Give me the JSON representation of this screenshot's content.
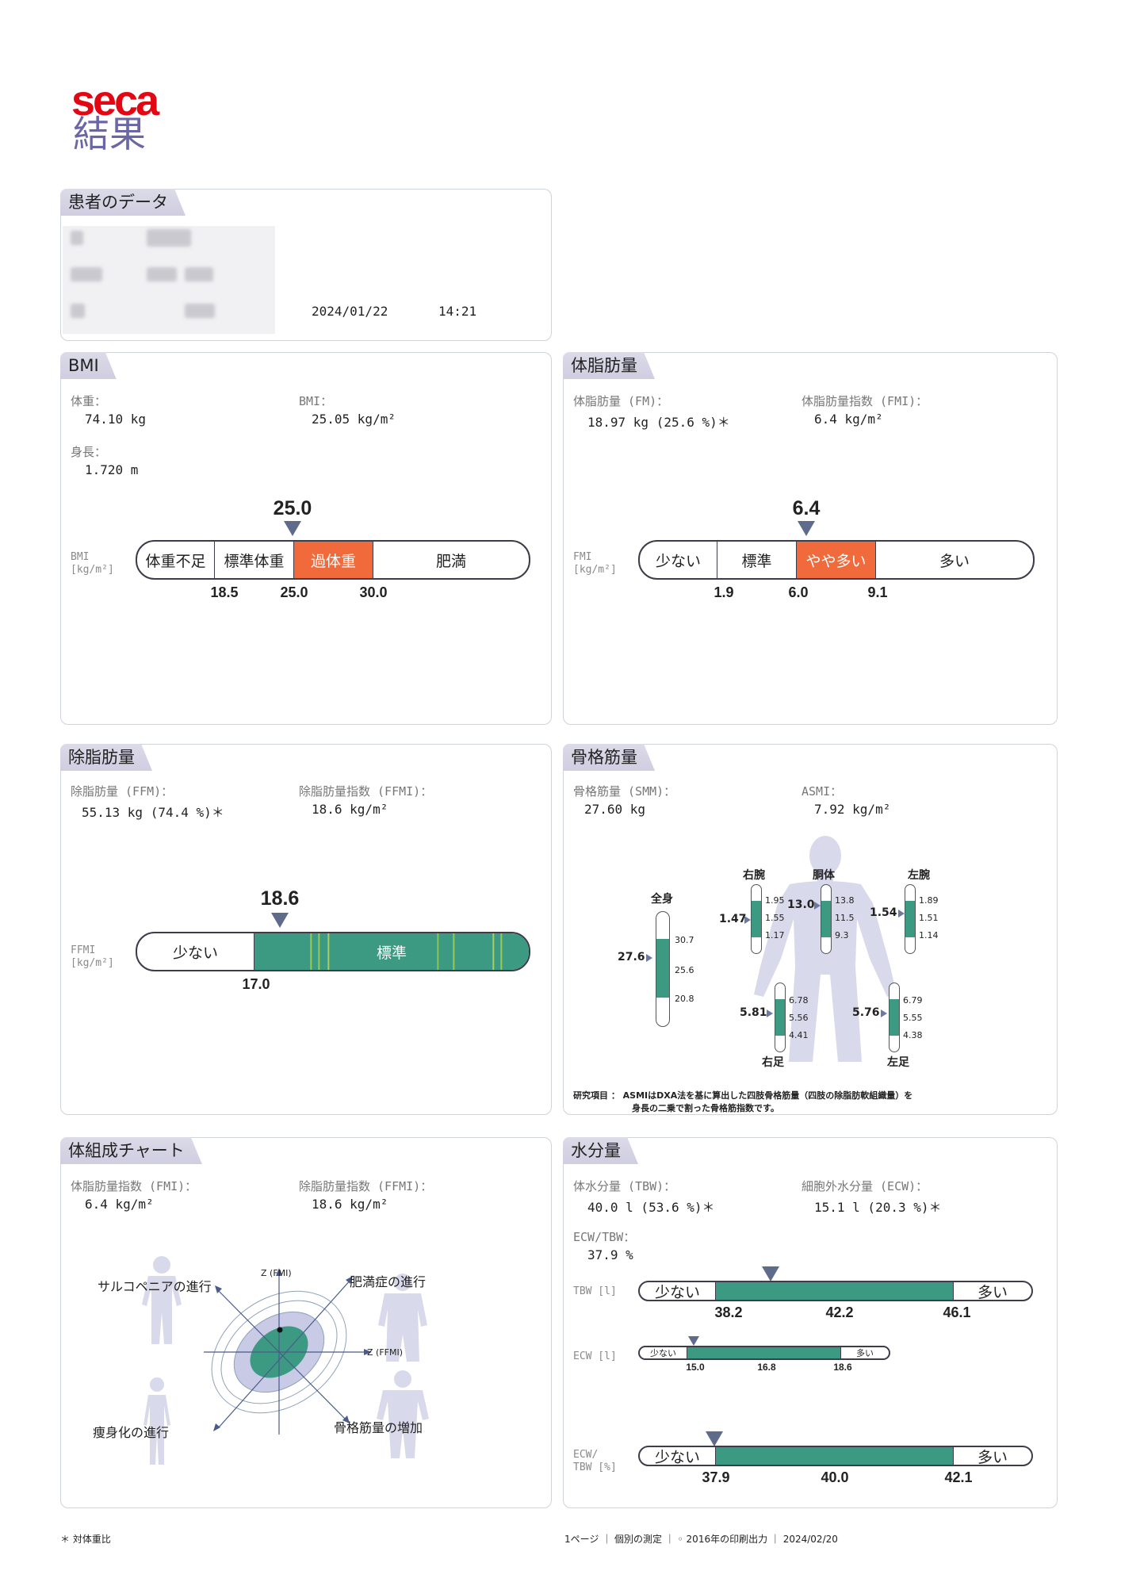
{
  "header": {
    "logo": "seca",
    "title": "結果"
  },
  "patient": {
    "title": "患者のデータ",
    "date": "2024/01/22",
    "time": "14:21"
  },
  "bmi": {
    "title": "BMI",
    "weight_label": "体重：",
    "weight_value": "74.10 kg",
    "bmi_label": "BMI：",
    "bmi_value": "25.05 kg/m²",
    "height_label": "身長：",
    "height_value": "1.720 m",
    "axis_label": [
      "BMI",
      "[kg/m²]"
    ],
    "segments": [
      "体重不足",
      "標準体重",
      "過体重",
      "肥満"
    ],
    "ticks": [
      "18.5",
      "25.0",
      "30.0"
    ],
    "marker": "25.0"
  },
  "fat": {
    "title": "体脂肪量",
    "fm_label": "体脂肪量 (FM)：",
    "fm_value": "18.97 kg (25.6 %)＊",
    "fmi_label": "体脂肪量指数 (FMI)：",
    "fmi_value": "6.4 kg/m²",
    "axis_label": [
      "FMI",
      "[kg/m²]"
    ],
    "segments": [
      "少ない",
      "標準",
      "やや多い",
      "多い"
    ],
    "ticks": [
      "1.9",
      "6.0",
      "9.1"
    ],
    "marker": "6.4"
  },
  "ffm": {
    "title": "除脂肪量",
    "ffm_label": "除脂肪量 (FFM)：",
    "ffm_value": "55.13 kg (74.4 %)＊",
    "ffmi_label": "除脂肪量指数 (FFMI)：",
    "ffmi_value": "18.6 kg/m²",
    "axis_label": [
      "FFMI",
      "[kg/m²]"
    ],
    "segments": [
      "少ない",
      "標準"
    ],
    "ticks": [
      "17.0"
    ],
    "marker": "18.6"
  },
  "smm": {
    "title": "骨格筋量",
    "smm_label": "骨格筋量 (SMM)：",
    "smm_value": "27.60 kg",
    "asmi_label": "ASMI：",
    "asmi_value": "7.92 kg/m²",
    "whole": {
      "label": "全身",
      "value": "27.6",
      "scale": [
        "30.7",
        "25.6",
        "20.8"
      ]
    },
    "right_arm": {
      "label": "右腕",
      "value": "1.47",
      "scale": [
        "1.95",
        "1.55",
        "1.17"
      ]
    },
    "trunk": {
      "label": "胴体",
      "value": "13.0",
      "scale": [
        "13.8",
        "11.5",
        "9.3"
      ]
    },
    "left_arm": {
      "label": "左腕",
      "value": "1.54",
      "scale": [
        "1.89",
        "1.51",
        "1.14"
      ]
    },
    "right_leg": {
      "label": "右足",
      "value": "5.81",
      "scale": [
        "6.78",
        "5.56",
        "4.41"
      ]
    },
    "left_leg": {
      "label": "左足",
      "value": "5.76",
      "scale": [
        "6.79",
        "5.55",
        "4.38"
      ]
    },
    "note_line1": "研究項目 ： ASMIはDXA法を基に算出した四肢骨格筋量（四肢の除脂肪軟組織量）を",
    "note_line2": "身長の二乗で割った骨格筋指数です。"
  },
  "chart": {
    "title": "体組成チャート",
    "fmi_label": "体脂肪量指数 (FMI)：",
    "fmi_value": "6.4 kg/m²",
    "ffmi_label": "除脂肪量指数 (FFMI)：",
    "ffmi_value": "18.6 kg/m²",
    "q_sarco": "サルコペニアの進行",
    "q_obesity": "肥満症の進行",
    "q_thin": "痩身化の進行",
    "q_muscle": "骨格筋量の増加",
    "z_fmi": "Z (FMI)",
    "z_ffmi": "Z (FFMI)"
  },
  "water": {
    "title": "水分量",
    "tbw_label": "体水分量 (TBW)：",
    "tbw_value": "40.0 l (53.6 %)＊",
    "ecw_label": "細胞外水分量 (ECW)：",
    "ecw_value": "15.1 l (20.3 %)＊",
    "ratio_label": "ECW/TBW：",
    "ratio_value": "37.9 %",
    "tbw_axis": "TBW [l]",
    "ecw_axis": "ECW [l]",
    "ratio_axis": [
      "ECW/",
      "TBW [%]"
    ],
    "low": "少ない",
    "high": "多い",
    "tbw_ticks": [
      "38.2",
      "42.2",
      "46.1"
    ],
    "ecw_ticks": [
      "15.0",
      "16.8",
      "18.6"
    ],
    "ratio_ticks": [
      "37.9",
      "40.0",
      "42.1"
    ]
  },
  "footer": {
    "note": "＊ 対体重比",
    "right": "1ページ ｜ 個別の測定 ｜ ◦ 2016年の印刷出力 ｜ 2024/02/20"
  },
  "colors": {
    "accent_orange": "#f06a3c",
    "green": "#3d9a82",
    "brand_red": "#e30613",
    "brand_purple": "#6a67a4"
  }
}
